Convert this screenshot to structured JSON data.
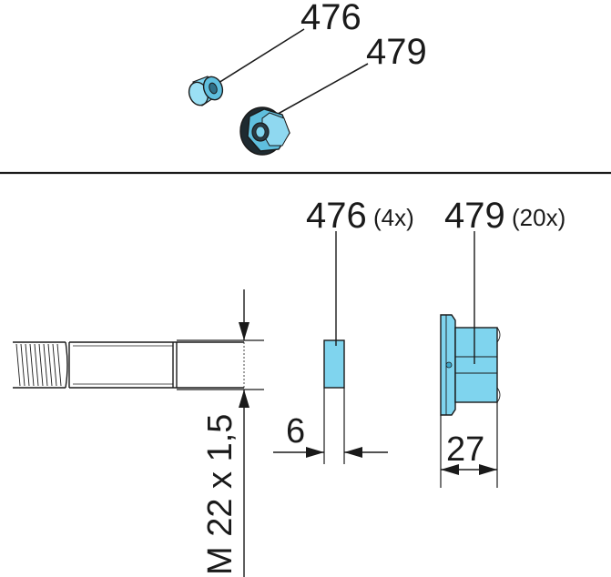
{
  "parts": [
    {
      "number": "476",
      "quantity": "(4x)",
      "dimension": "6"
    },
    {
      "number": "479",
      "quantity": "(20x)",
      "dimension": "27"
    }
  ],
  "thread_spec": "M 22 x 1,5",
  "colors": {
    "part_fill": "#7fd4ee",
    "part_fill_dark": "#3fa7c9",
    "line": "#1a1a1a",
    "nut_dark": "#1e2a30"
  }
}
